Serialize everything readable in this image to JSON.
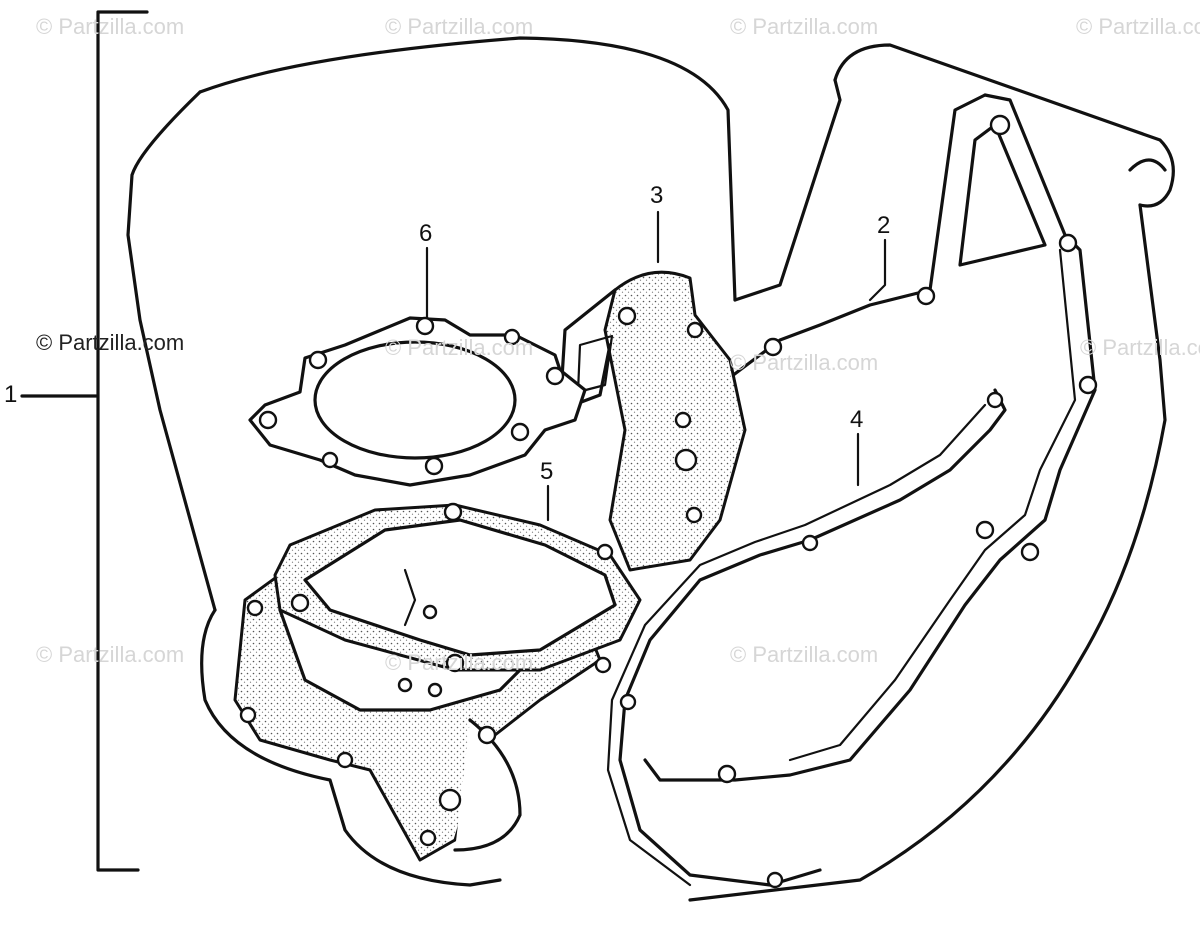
{
  "watermarks": [
    {
      "text": "© Partzilla.com"
    },
    {
      "text": "© Partzilla.com"
    },
    {
      "text": "© Partzilla.com"
    },
    {
      "text": "© Partzilla.com"
    },
    {
      "text": "© Partzilla.com"
    },
    {
      "text": "© Partzilla.com"
    },
    {
      "text": "© Partzilla.com"
    },
    {
      "text": "© Partzilla.com"
    },
    {
      "text": "© Partzilla.com"
    },
    {
      "text": "© Partzilla.com"
    }
  ],
  "side_watermark": "© Partzilla.com",
  "callouts": [
    "1",
    "2",
    "3",
    "4",
    "5",
    "6"
  ],
  "colors": {
    "ink": "#111111",
    "watermark": "#d6d6d6",
    "background": "#ffffff"
  }
}
